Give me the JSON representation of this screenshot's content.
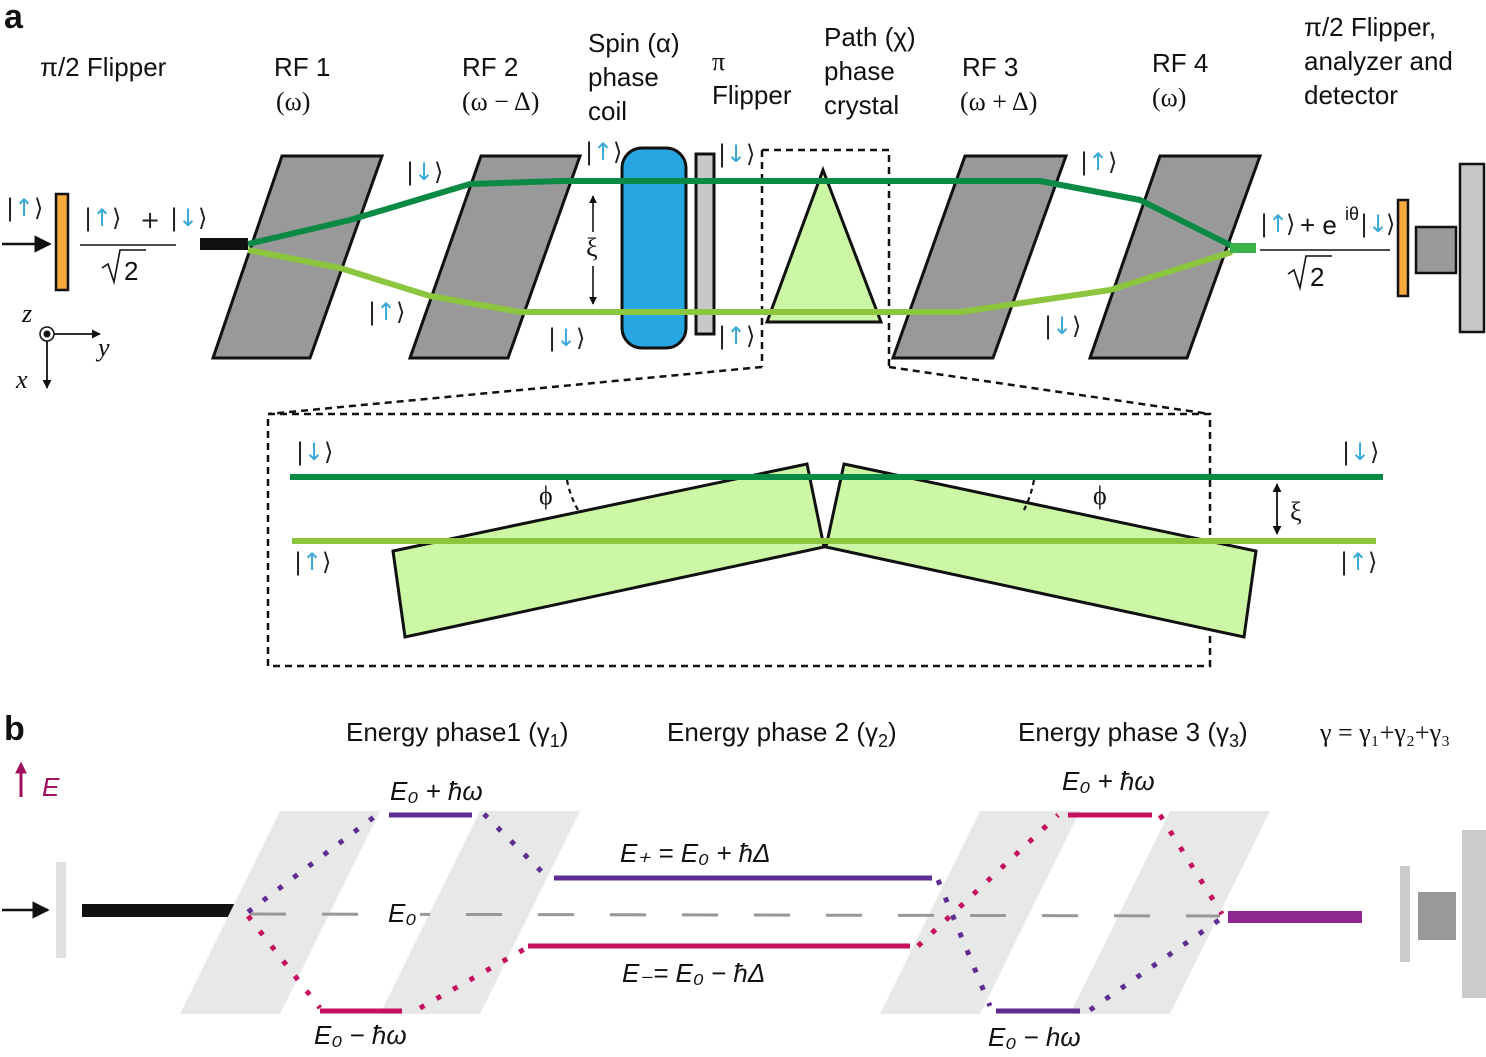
{
  "panel_a": {
    "label": "a",
    "components": [
      {
        "id": "pi2-flipper-in",
        "title_line1": "π/2 Flipper"
      },
      {
        "id": "rf1",
        "title_line1": "RF 1",
        "title_line2": "(ω)"
      },
      {
        "id": "rf2",
        "title_line1": "RF 2",
        "title_line2": "(ω − Δ)"
      },
      {
        "id": "spin-coil",
        "title_line1": "Spin (α)",
        "title_line2": "phase",
        "title_line3": "coil"
      },
      {
        "id": "pi-flipper",
        "title_line1": "π",
        "title_line2": "Flipper"
      },
      {
        "id": "path-crystal",
        "title_line1": "Path (χ)",
        "title_line2": "phase",
        "title_line3": "crystal"
      },
      {
        "id": "rf3",
        "title_line1": "RF 3",
        "title_line2": "(ω + Δ)"
      },
      {
        "id": "rf4",
        "title_line1": "RF 4",
        "title_line2": "(ω)"
      },
      {
        "id": "pi2-flipper-out",
        "title_line1": "π/2 Flipper,",
        "title_line2": "analyzer and",
        "title_line3": "detector"
      }
    ],
    "input_state": {
      "bar": "|",
      "arrow": "↑",
      "close": "⟩"
    },
    "superposition_in": {
      "num_a_arrow": "↑",
      "plus": "+",
      "num_b_arrow": "↓",
      "den": "√2",
      "den_digit": "2"
    },
    "superposition_out": {
      "num_a_arrow": "↑",
      "plus": "+ e",
      "exp": "iθ",
      "num_b_arrow": "↓",
      "den_digit": "2"
    },
    "path_kets": {
      "rf1_rf2_upper": "↓",
      "rf1_rf2_lower": "↑",
      "coil_upper": "↑",
      "coil_lower": "↓",
      "flipper_upper": "↓",
      "flipper_lower": "↑",
      "rf3_rf4_upper": "↑",
      "rf3_rf4_lower": "↓"
    },
    "separation_symbol": "ξ",
    "axes": {
      "z": "z",
      "y": "y",
      "x": "x"
    },
    "inset": {
      "upper_ket": "↓",
      "lower_ket": "↑",
      "angle_symbol": "ϕ",
      "separation_symbol": "ξ"
    },
    "colors": {
      "upper_beam": "#0b8a45",
      "lower_beam": "#8cc63f",
      "rf_gray": "#999999",
      "coil_blue": "#27a6e1",
      "flipper_orange": "#f7a93b",
      "crystal_green": "#ccf7a5",
      "ket_arrow": "#3aa8d8"
    }
  },
  "panel_b": {
    "label": "b",
    "headers": {
      "phase1": "Energy phase1 (γ",
      "phase1_sub": "1",
      "phase2": "Energy phase 2 (γ",
      "phase2_sub": "2",
      "phase3": "Energy phase 3 (γ",
      "phase3_sub": "3",
      "close": ")",
      "total": "γ = γ₁+γ₂+γ₃"
    },
    "energy_axis_label": "E",
    "levels": {
      "e0": "E₀",
      "top1": "E₀ + ħω",
      "bottom1": "E₀ − ħω",
      "eplus": "E₊ = E₀ + ħΔ",
      "eminus": "E₋= E₀ − ħΔ",
      "top3": "E₀ + ħω",
      "bottom3": "E₀ − hω"
    },
    "colors": {
      "purple": "#5e2d91",
      "magenta": "#c4105f",
      "output_purple": "#8e278f",
      "axis_arrow": "#a0105f",
      "rf_bg": "#e8e8e8",
      "dash": "#999999"
    }
  }
}
